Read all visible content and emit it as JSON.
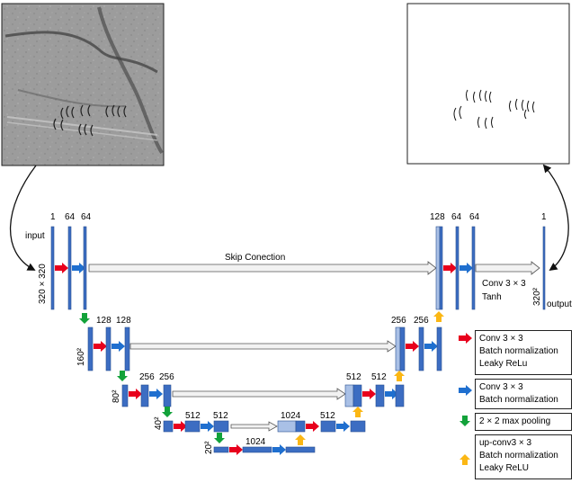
{
  "colors": {
    "block": "#3c6dc2",
    "block_light": "#a9c0e6",
    "red_arrow": "#e8001c",
    "blue_arrow": "#1f6fcf",
    "green_arrow": "#12a23a",
    "yellow_arrow": "#fbb714",
    "skip_fill": "#f2f2f2",
    "skip_stroke": "#555555"
  },
  "labels": {
    "input": "input",
    "output": "output",
    "skip": "Skip Conection",
    "input_size": "320 × 320",
    "output_size": "320²",
    "final_conv": "Conv 3 × 3",
    "final_act": "Tanh",
    "level2_size": "160²",
    "level3_size": "80²",
    "level4_size": "40²",
    "level5_size": "20²"
  },
  "channels": {
    "in1": "1",
    "in64a": "64",
    "in64b": "64",
    "e2a": "128",
    "e2b": "128",
    "e3a": "256",
    "e3b": "256",
    "e4a": "512",
    "e4b": "512",
    "bottom": "1024",
    "d4a": "1024",
    "d4b": "512",
    "d3a": "512",
    "d3b": "512",
    "d2a": "256",
    "d2b": "256",
    "d1a": "128",
    "d1b": "64",
    "d1c": "64",
    "out": "1"
  },
  "legend": [
    {
      "icon": "red-arrow-icon",
      "color_key": "red_arrow",
      "lines": [
        "Conv 3 × 3",
        "Batch normalization",
        "Leaky ReLu"
      ]
    },
    {
      "icon": "blue-arrow-icon",
      "color_key": "blue_arrow",
      "lines": [
        "Conv 3 × 3",
        "Batch normalization"
      ]
    },
    {
      "icon": "green-arrow-icon",
      "color_key": "green_arrow",
      "lines": [
        "2 × 2 max pooling"
      ]
    },
    {
      "icon": "yellow-arrow-icon",
      "color_key": "yellow_arrow",
      "lines": [
        "up-conv3 × 3",
        "Batch normalization",
        "Leaky ReLU"
      ]
    }
  ]
}
